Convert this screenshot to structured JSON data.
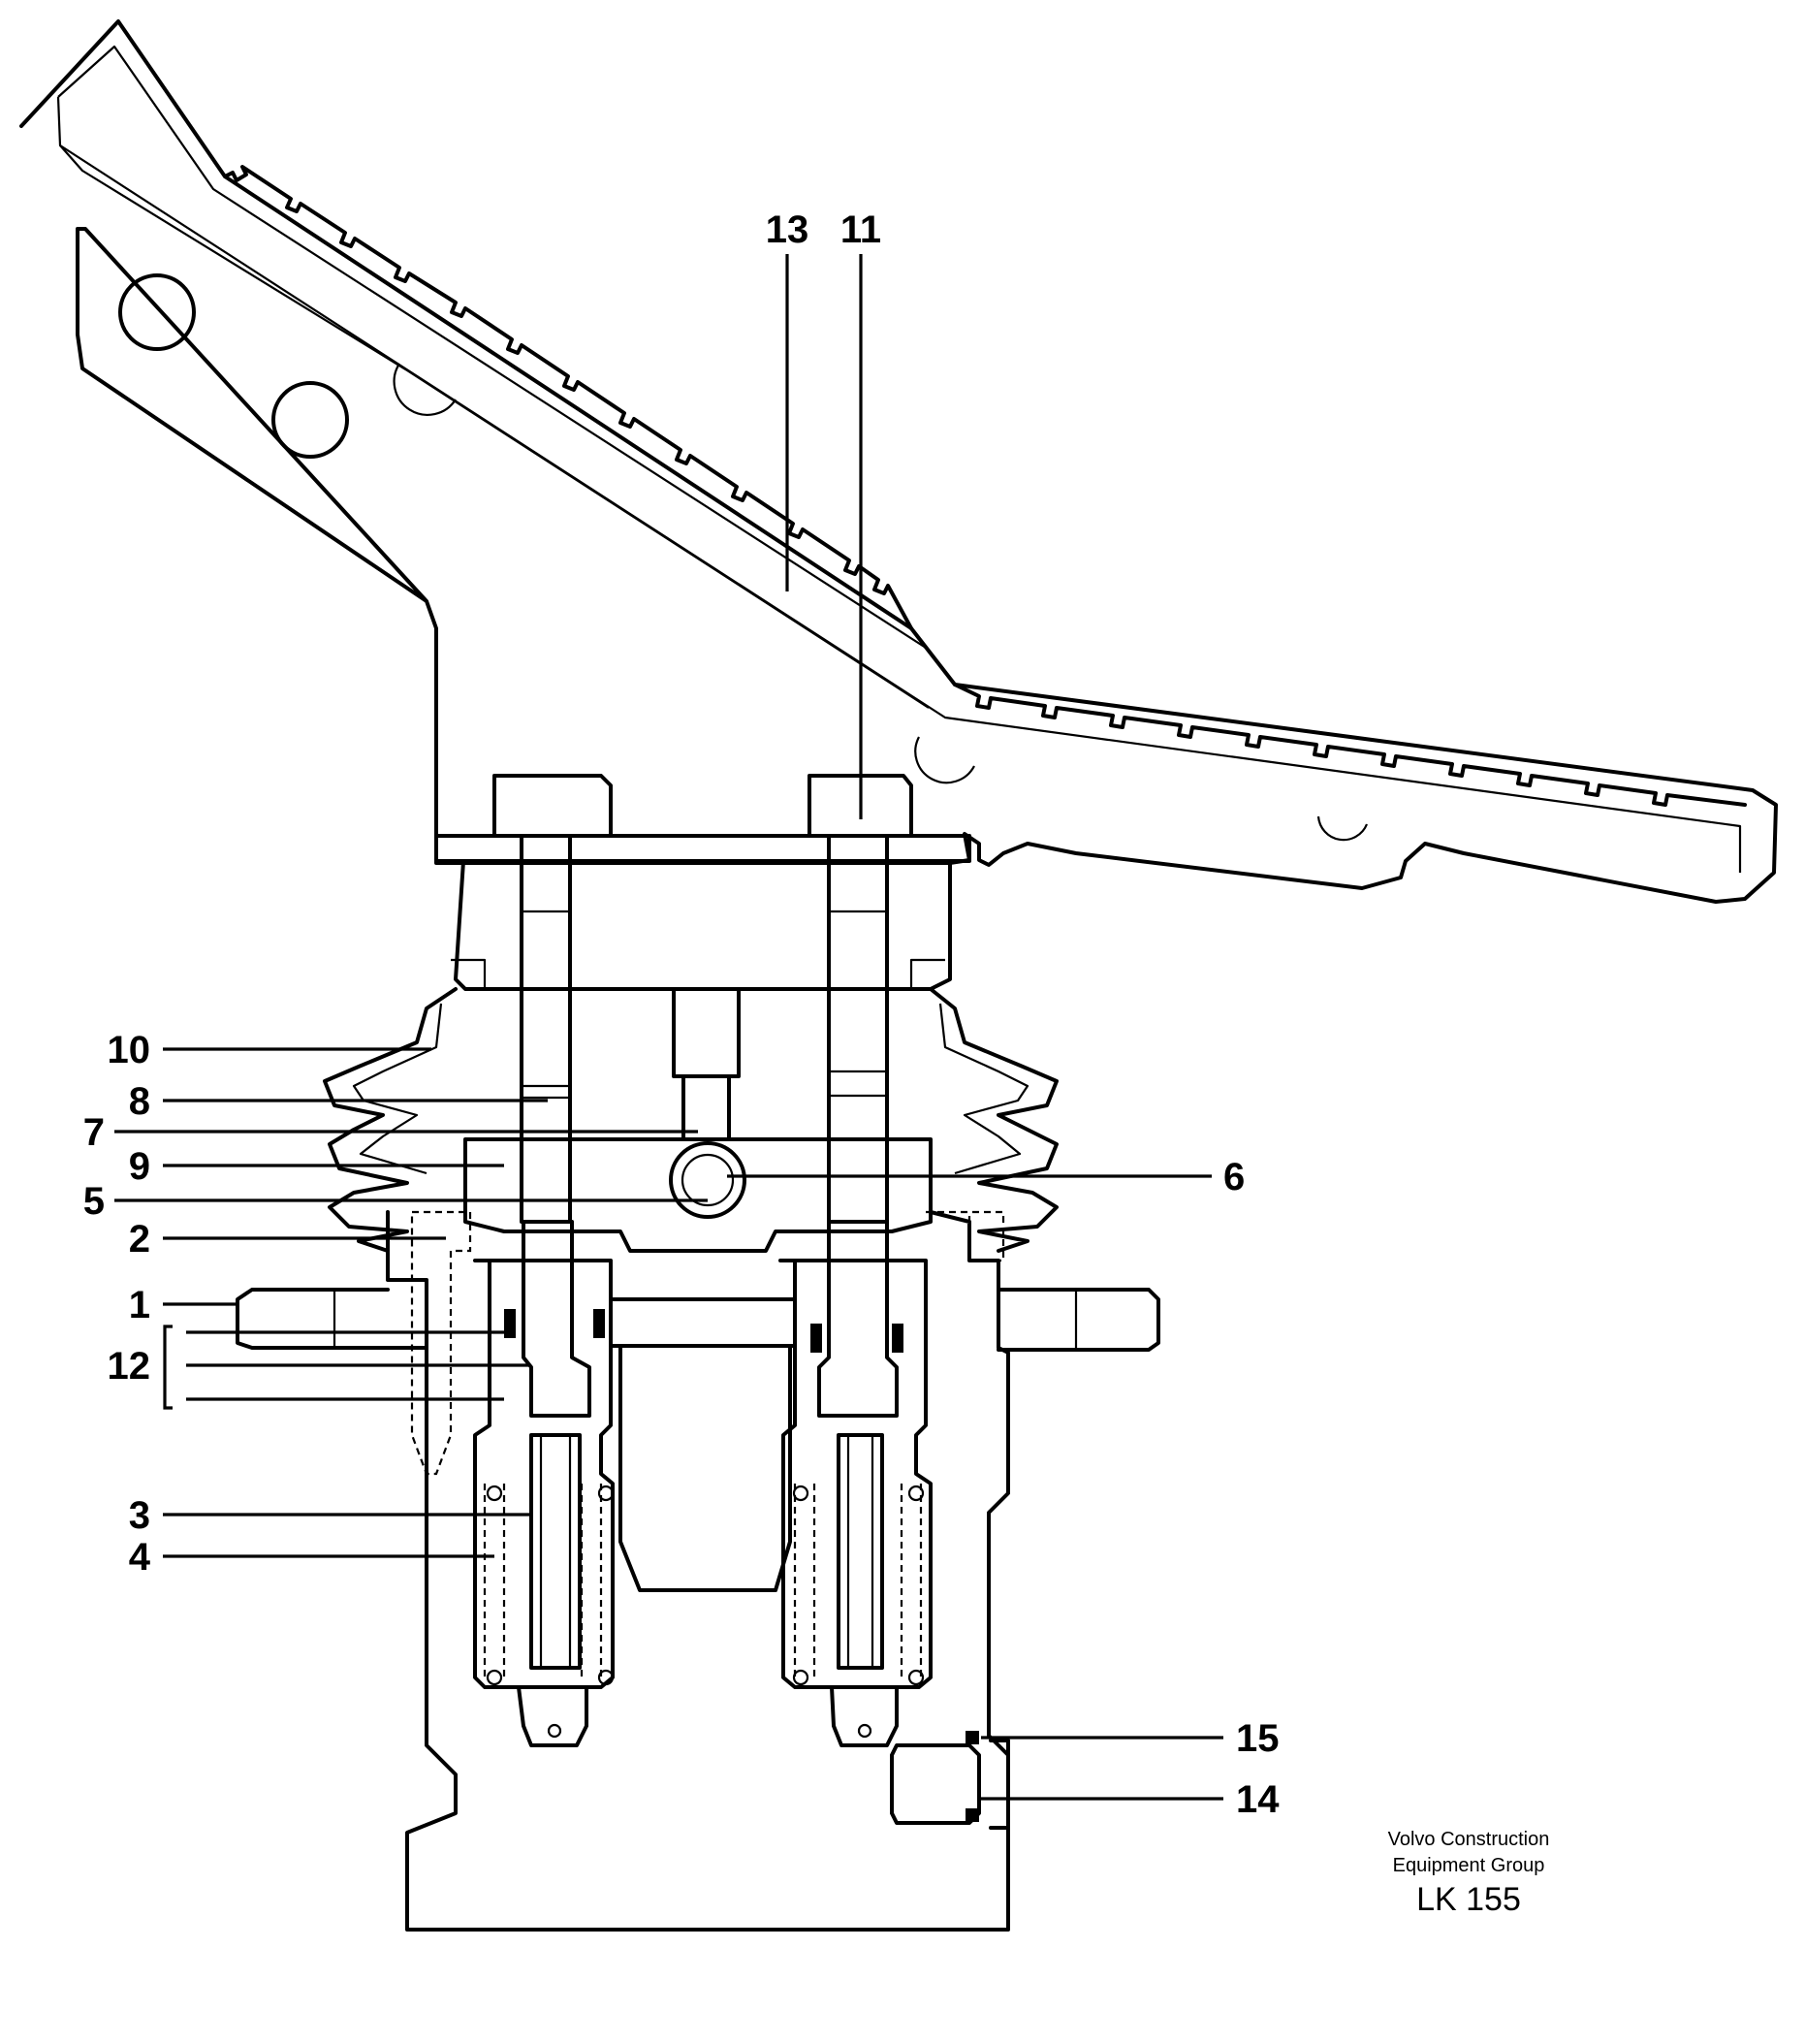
{
  "callouts": {
    "c1": "1",
    "c2": "2",
    "c3": "3",
    "c4": "4",
    "c5": "5",
    "c6": "6",
    "c7": "7",
    "c8": "8",
    "c9": "9",
    "c10": "10",
    "c11": "11",
    "c12": "12",
    "c13": "13",
    "c14": "14",
    "c15": "15"
  },
  "credit": {
    "line1": "Volvo Construction",
    "line2": "Equipment Group",
    "code": "LK 155"
  }
}
